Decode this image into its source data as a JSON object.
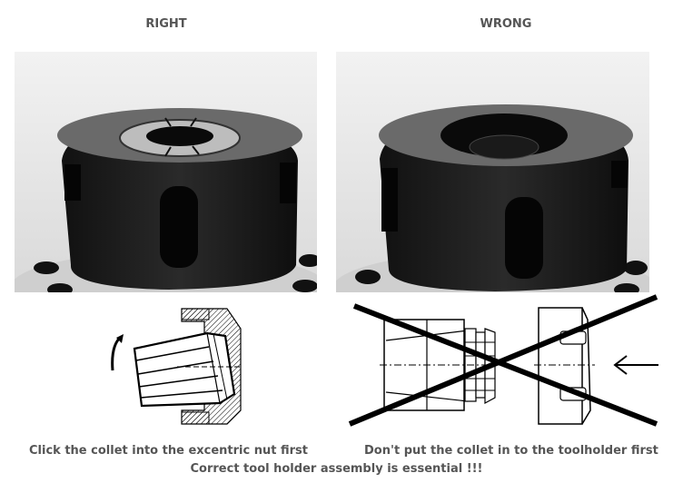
{
  "headers": {
    "right": "RIGHT",
    "wrong": "WRONG"
  },
  "photos": {
    "right": {
      "alt": "ER collet nut with collet clicked in",
      "background": "#e6e6e6",
      "nut_color": "#1a1a1a"
    },
    "wrong": {
      "alt": "ER collet nut without collet (collet in toolholder)",
      "background": "#e6e6e6",
      "nut_color": "#1a1a1a"
    }
  },
  "drawings": {
    "right": {
      "alt": "Collet tilted into eccentric nut with rotation arrow"
    },
    "wrong": {
      "alt": "Collet in toolholder crossed out, nut approaching with arrow"
    }
  },
  "captions": {
    "right": "Click the collet into the excentric nut first",
    "wrong": "Don't put the collet in to the toolholder first",
    "footer": "Correct tool holder assembly is essential !!!"
  }
}
